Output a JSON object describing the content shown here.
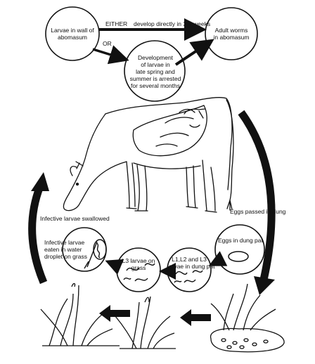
{
  "nodes": {
    "larvae_wall": {
      "line1": "Larvae in wall of",
      "line2": "abomasum"
    },
    "adult_worms": {
      "line1": "Adult worms",
      "line2": "in abomasum"
    },
    "arrested": {
      "line1": "Development",
      "line2": "of larvae in",
      "line3": "late spring and",
      "line4": "summer is arrested",
      "line5": "for several months"
    },
    "eggs_pat": {
      "label": "Eggs in dung pat"
    },
    "larvae_pat": {
      "line1": "L1,L2 and L3",
      "line2": "larvae in dung pat"
    },
    "l3_grass": {
      "line1": "L3 larvae on",
      "line2": "grass"
    },
    "droplet": {
      "line1": "Infective larvae",
      "line2": "eaten in water",
      "line3": "droplet on grass"
    }
  },
  "edges": {
    "either": "EITHER",
    "direct": "develop directly in 3-4 weeks",
    "or": "OR",
    "eggs_passed": "Eggs passed in dung",
    "swallowed": "Infective larvae swallowed"
  },
  "colors": {
    "ink": "#111111",
    "paper": "#ffffff"
  }
}
